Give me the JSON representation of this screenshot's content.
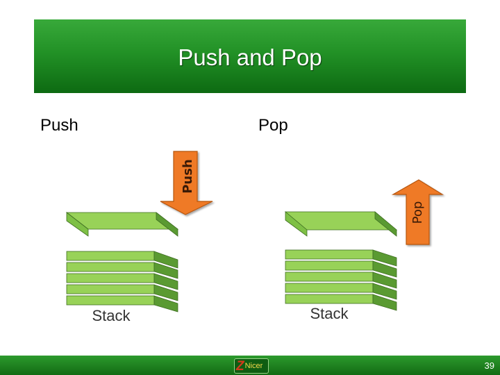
{
  "slide": {
    "title": "Push and Pop",
    "page_number": "39"
  },
  "columns": {
    "push_heading": "Push",
    "pop_heading": "Pop"
  },
  "diagram": {
    "push_arrow_label": "Push",
    "pop_arrow_label": "Pop",
    "push_stack_label": "Stack",
    "pop_stack_label": "Stack",
    "colors": {
      "plate_top": "#98d258",
      "plate_front": "#7ec045",
      "plate_side": "#5a9a32",
      "plate_outline": "#3f6e22",
      "arrow": "#ef7a25",
      "arrow_outline": "#b65510"
    }
  },
  "footer": {
    "logo_letter": "Z",
    "logo_word": "Nicer"
  }
}
